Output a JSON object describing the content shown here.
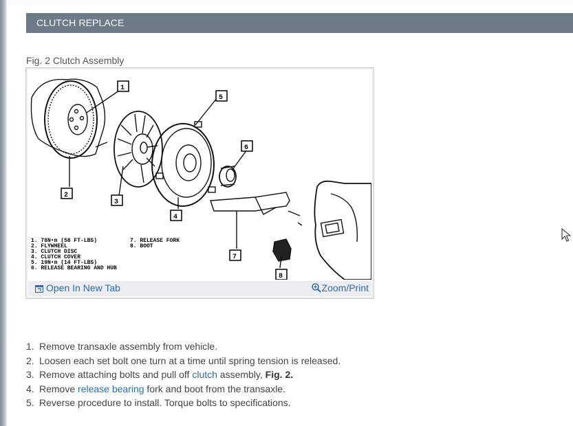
{
  "section": {
    "title": "CLUTCH REPLACE"
  },
  "figure": {
    "caption": "Fig. 2 Clutch Assembly",
    "callouts": [
      "1",
      "2",
      "3",
      "4",
      "5",
      "6",
      "7",
      "8"
    ],
    "legend_left": [
      "1. 78N•m (58 FT-LBS)",
      "2. FLYWHEEL",
      "3. CLUTCH DISC",
      "4. CLUTCH COVER",
      "5. 19N•m (14 FT-LBS)",
      "6. RELEASE BEARING AND HUB"
    ],
    "legend_right": [
      "7. RELEASE FORK",
      "8. BOOT"
    ],
    "open_tab_label": "Open In New Tab",
    "zoom_label": "Zoom/Print"
  },
  "steps": [
    {
      "num": "1.",
      "text": "Remove transaxle assembly from vehicle."
    },
    {
      "num": "2.",
      "text": "Loosen each set bolt one turn at a time until spring tension is released."
    },
    {
      "num": "3.",
      "pre": "Remove attaching bolts and pull off ",
      "link": "clutch",
      "post": " assembly, ",
      "bold": "Fig. 2."
    },
    {
      "num": "4.",
      "pre": "Remove ",
      "link": "release bearing",
      "post": " fork and boot from the transaxle."
    },
    {
      "num": "5.",
      "text": "Reverse procedure to install. Torque bolts to specifications."
    }
  ]
}
